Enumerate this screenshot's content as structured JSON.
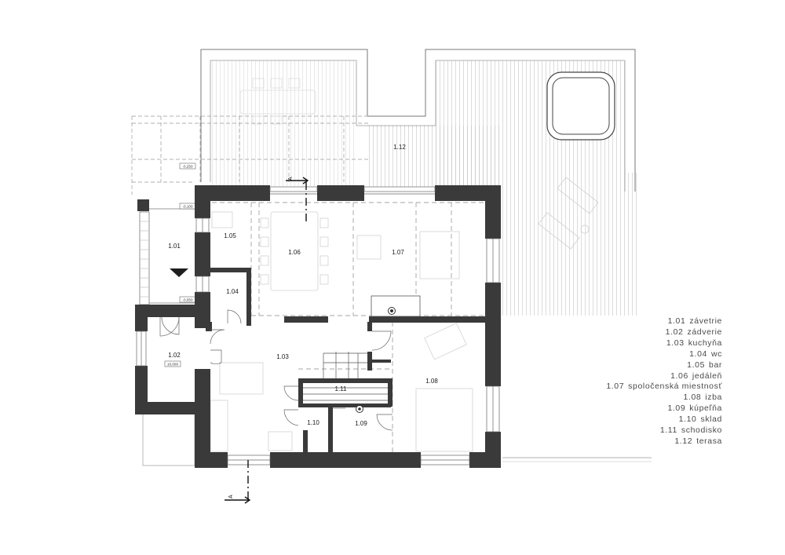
{
  "rooms": [
    {
      "id": "1.01"
    },
    {
      "id": "1.02"
    },
    {
      "id": "1.03"
    },
    {
      "id": "1.04"
    },
    {
      "id": "1.05"
    },
    {
      "id": "1.06"
    },
    {
      "id": "1.07"
    },
    {
      "id": "1.08"
    },
    {
      "id": "1.09"
    },
    {
      "id": "1.10"
    },
    {
      "id": "1.11"
    },
    {
      "id": "1.12"
    }
  ],
  "levels": {
    "terrace_upper": "-0,250",
    "entry_top": "-0,100",
    "entry_bottom": "-0,050",
    "vestibule": "±0,000"
  },
  "section_marks": {
    "top": "A",
    "bottom": "A"
  },
  "legend": [
    {
      "num": "1.01",
      "name": "závetrie"
    },
    {
      "num": "1.02",
      "name": "zádverie"
    },
    {
      "num": "1.03",
      "name": "kuchyňa"
    },
    {
      "num": "1.04",
      "name": "wc"
    },
    {
      "num": "1.05",
      "name": "bar"
    },
    {
      "num": "1.06",
      "name": "jedáleň"
    },
    {
      "num": "1.07",
      "name": "spoločenská miestnosť"
    },
    {
      "num": "1.08",
      "name": "izba"
    },
    {
      "num": "1.09",
      "name": "kúpeľňa"
    },
    {
      "num": "1.10",
      "name": "sklad"
    },
    {
      "num": "1.11",
      "name": "schodisko"
    },
    {
      "num": "1.12",
      "name": "terasa"
    }
  ],
  "colors": {
    "wall": "#3a3a3a",
    "line": "#555555",
    "hatch": "#bdbdbd",
    "furniture": "#d0d0d0"
  }
}
